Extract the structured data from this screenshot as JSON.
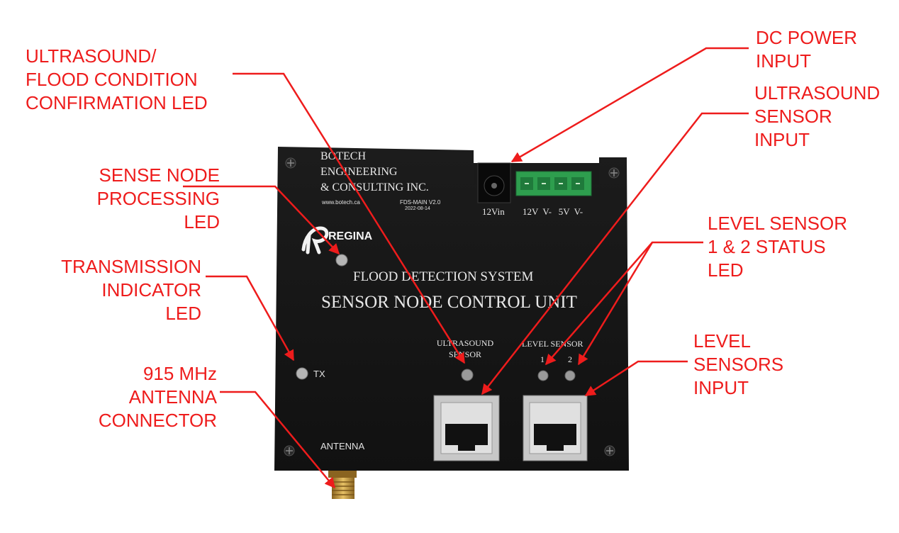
{
  "callouts": {
    "ultrasound_led": "ULTRASOUND/\nFLOOD CONDITION\nCONFIRMATION LED",
    "sense_node_led": "SENSE NODE\nPROCESSING\nLED",
    "transmission_led": "TRANSMISSION\nINDICATOR\nLED",
    "antenna_connector": "915 MHz\nANTENNA\nCONNECTOR",
    "dc_power": "DC POWER\nINPUT",
    "ultrasound_input": "ULTRASOUND\nSENSOR\nINPUT",
    "level_sensor_led": "LEVEL SENSOR\n1 & 2 STATUS\nLED",
    "level_sensors_input": "LEVEL\nSENSORS\nINPUT"
  },
  "board": {
    "company_line1": "BOTECH",
    "company_line2": "ENGINEERING",
    "company_line3": "& CONSULTING INC.",
    "website": "www.botech.ca",
    "model": "FDS-MAIN V2.0",
    "date": "2022-08-14",
    "logo_text": "REGINA",
    "system_title": "FLOOD DETECTION SYSTEM",
    "unit_title": "SENSOR NODE CONTROL UNIT",
    "power_label": "12Vin",
    "terminal_label": "12V  V-   5V  V-",
    "ultrasound_label": "ULTRASOUND\nSENSOR",
    "level_label": "LEVEL SENSOR",
    "level_1": "1",
    "level_2": "2",
    "tx_label": "TX",
    "antenna_label": "ANTENNA"
  },
  "colors": {
    "callout": "#ee1c1c",
    "enclosure": "#161616",
    "terminal_block": "#2e9e4e",
    "antenna_gold": "#c99a3a"
  }
}
